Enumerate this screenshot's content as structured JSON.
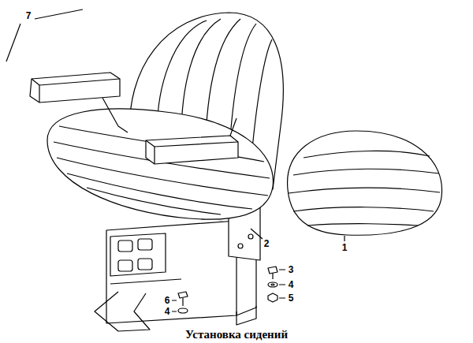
{
  "diagram": {
    "caption": "Установка сидений",
    "labels": [
      "7",
      "1",
      "2",
      "3",
      "4",
      "5",
      "6",
      "4"
    ]
  }
}
